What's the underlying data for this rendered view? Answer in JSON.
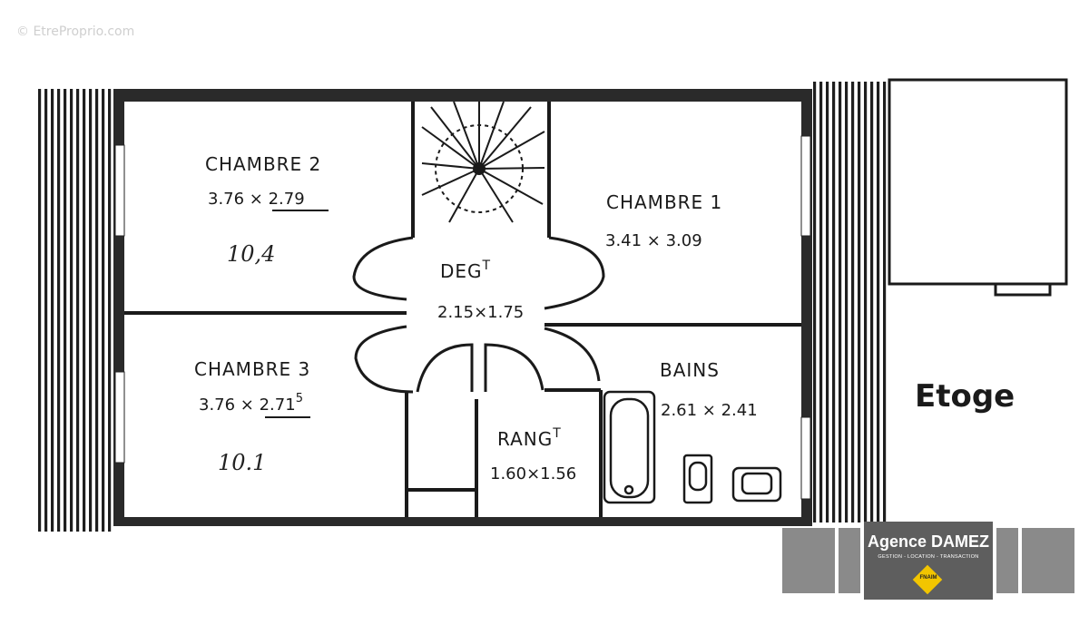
{
  "watermark": "© EtreProprio.com",
  "rooms": {
    "chambre2": {
      "name": "CHAMBRE 2",
      "dims": "3.76 × 2.79",
      "area": "10,4"
    },
    "chambre3": {
      "name": "CHAMBRE 3",
      "dims_main": "3.76 × 2.71",
      "dims_sup": "5",
      "area": "10.1"
    },
    "chambre1": {
      "name": "CHAMBRE 1",
      "dims": "3.41 × 3.09"
    },
    "degagement": {
      "name_main": "DEG",
      "name_sup": "T",
      "dims": "2.15×1.75"
    },
    "bains": {
      "name": "BAINS",
      "dims": "2.61 × 2.41"
    },
    "rangement": {
      "name_main": "RANG",
      "name_sup": "T",
      "dims": "1.60×1.56"
    }
  },
  "floor_label": "Etoge",
  "agency": {
    "name": "Agence DAMEZ",
    "tagline": "GESTION - LOCATION - TRANSACTION",
    "badge": "FNAIM"
  },
  "colors": {
    "ink": "#1a1a1a",
    "paper": "#ffffff",
    "logo_dark": "#5e5e5e",
    "logo_light": "#8a8a8a",
    "fnaim": "#f2c500"
  }
}
